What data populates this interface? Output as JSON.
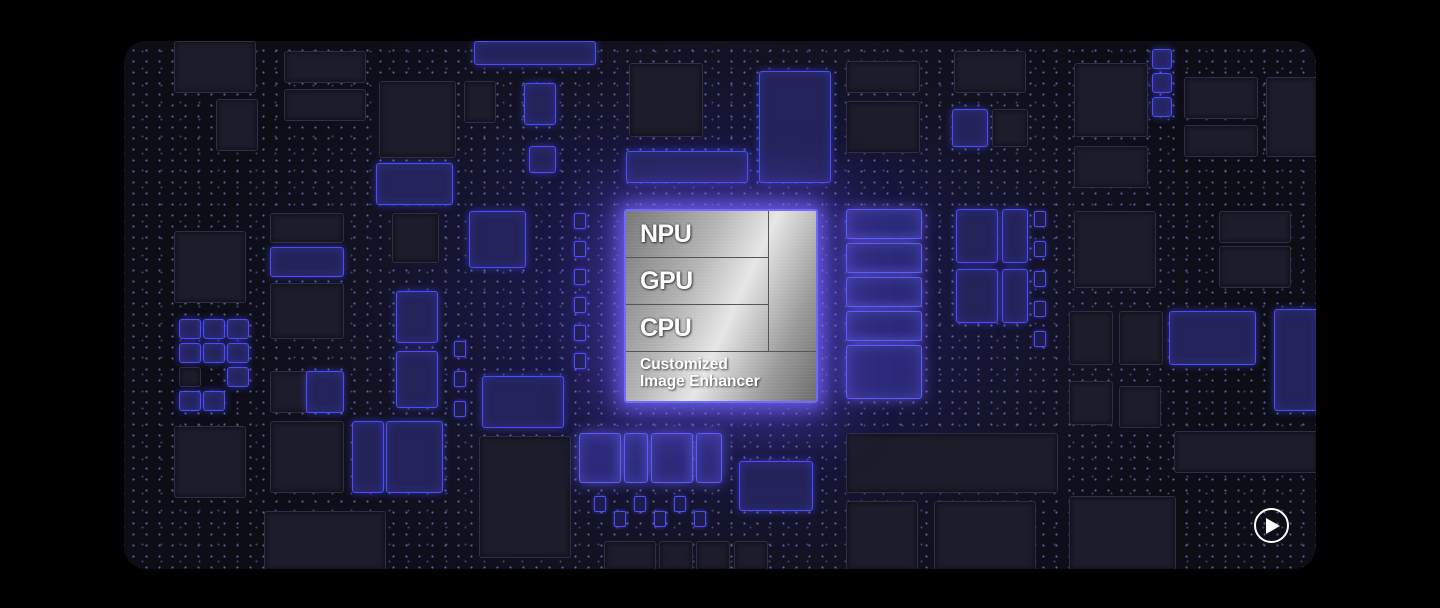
{
  "hero": {
    "description": "Processor chip illustration on circuit board",
    "colors": {
      "background": "#000000",
      "accent_glow": "#4a4cff",
      "chip_border": "#6c6cff",
      "board": "#121222"
    }
  },
  "chip": {
    "labels": [
      "NPU",
      "GPU",
      "CPU"
    ],
    "npu": "NPU",
    "gpu": "GPU",
    "cpu": "CPU",
    "enhancer_line1": "Customized",
    "enhancer_line2": "Image Enhancer"
  },
  "controls": {
    "play_button": {
      "icon": "play-icon",
      "state": "paused"
    }
  }
}
